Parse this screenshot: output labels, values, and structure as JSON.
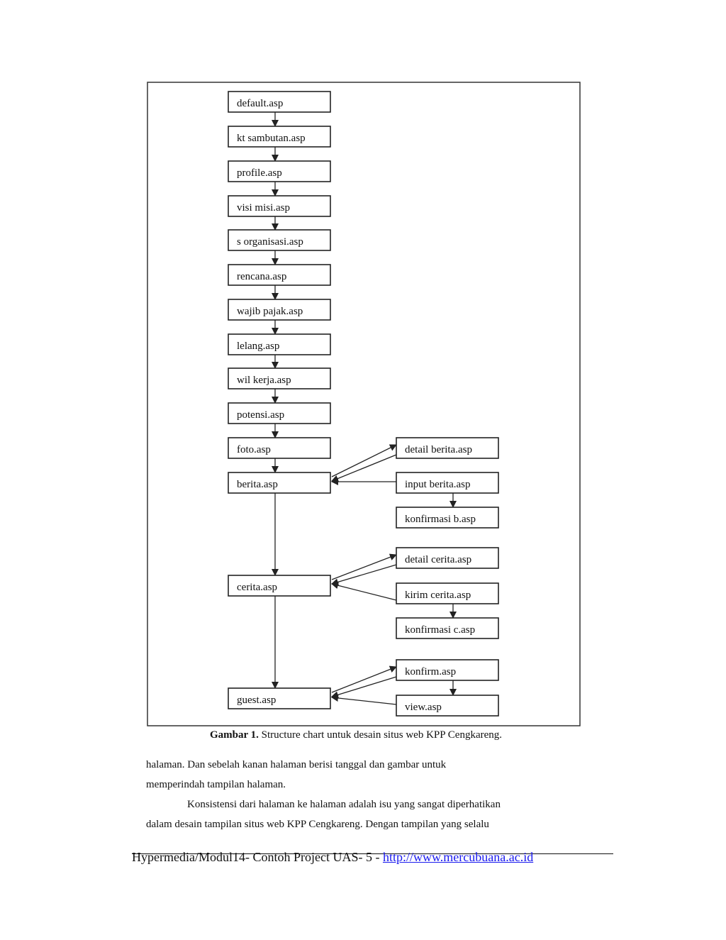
{
  "diagram": {
    "nodes": [
      {
        "id": "default",
        "label": "default.asp"
      },
      {
        "id": "ktsambutan",
        "label": "kt sambutan.asp"
      },
      {
        "id": "profile",
        "label": "profile.asp"
      },
      {
        "id": "visimisi",
        "label": "visi misi.asp"
      },
      {
        "id": "sorganisasi",
        "label": "s organisasi.asp"
      },
      {
        "id": "rencana",
        "label": "rencana.asp"
      },
      {
        "id": "wajibpajak",
        "label": "wajib pajak.asp"
      },
      {
        "id": "lelang",
        "label": "lelang.asp"
      },
      {
        "id": "wilkerja",
        "label": "wil kerja.asp"
      },
      {
        "id": "potensi",
        "label": "potensi.asp"
      },
      {
        "id": "foto",
        "label": "foto.asp"
      },
      {
        "id": "berita",
        "label": "berita.asp"
      },
      {
        "id": "cerita",
        "label": "cerita.asp"
      },
      {
        "id": "guest",
        "label": "guest.asp"
      },
      {
        "id": "detailberita",
        "label": "detail berita.asp"
      },
      {
        "id": "inputberita",
        "label": "input berita.asp"
      },
      {
        "id": "konfirmasib",
        "label": "konfirmasi b.asp"
      },
      {
        "id": "detailcerita",
        "label": "detail cerita.asp"
      },
      {
        "id": "kirimcerita",
        "label": "kirim cerita.asp"
      },
      {
        "id": "konfirmasic",
        "label": "konfirmasi c.asp"
      },
      {
        "id": "konfirm",
        "label": "konfirm.asp"
      },
      {
        "id": "view",
        "label": "view.asp"
      }
    ],
    "edges": [
      {
        "from": "default",
        "to": "ktsambutan"
      },
      {
        "from": "ktsambutan",
        "to": "profile"
      },
      {
        "from": "profile",
        "to": "visimisi"
      },
      {
        "from": "visimisi",
        "to": "sorganisasi"
      },
      {
        "from": "sorganisasi",
        "to": "rencana"
      },
      {
        "from": "rencana",
        "to": "wajibpajak"
      },
      {
        "from": "wajibpajak",
        "to": "lelang"
      },
      {
        "from": "lelang",
        "to": "wilkerja"
      },
      {
        "from": "wilkerja",
        "to": "potensi"
      },
      {
        "from": "potensi",
        "to": "foto"
      },
      {
        "from": "foto",
        "to": "berita"
      },
      {
        "from": "berita",
        "to": "cerita"
      },
      {
        "from": "cerita",
        "to": "guest"
      },
      {
        "from": "berita",
        "to": "detailberita"
      },
      {
        "from": "detailberita",
        "to": "berita"
      },
      {
        "from": "inputberita",
        "to": "berita"
      },
      {
        "from": "inputberita",
        "to": "konfirmasib"
      },
      {
        "from": "cerita",
        "to": "detailcerita"
      },
      {
        "from": "detailcerita",
        "to": "cerita"
      },
      {
        "from": "kirimcerita",
        "to": "cerita"
      },
      {
        "from": "kirimcerita",
        "to": "konfirmasic"
      },
      {
        "from": "guest",
        "to": "konfirm"
      },
      {
        "from": "konfirm",
        "to": "guest"
      },
      {
        "from": "konfirm",
        "to": "view"
      },
      {
        "from": "view",
        "to": "guest"
      }
    ]
  },
  "caption": {
    "label": "Gambar 1.",
    "text": " Structure chart untuk desain situs web KPP Cengkareng."
  },
  "body": {
    "paragraph1": [
      "halaman. Dan sebelah kanan halaman berisi tanggal dan gambar untuk",
      "memperindah tampilan halaman."
    ],
    "paragraph2": [
      "Konsistensi dari halaman ke halaman adalah isu yang sangat diperhatikan",
      "dalam desain tampilan situs web KPP Cengkareng. Dengan tampilan yang selalu"
    ]
  },
  "footer": {
    "text": "Hypermedia/Modul14- Contoh Project UAS- 5 - ",
    "link": "http://www.mercubuana.ac.id"
  }
}
